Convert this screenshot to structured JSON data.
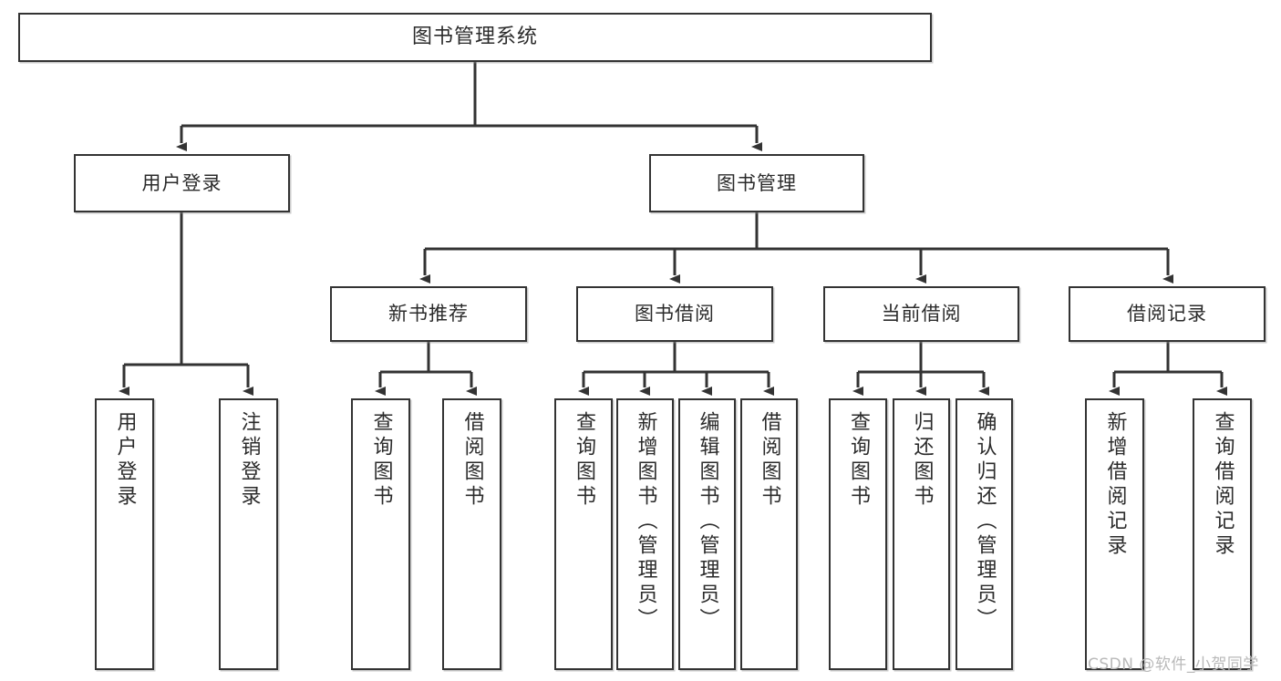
{
  "diagram": {
    "title": "图书管理系统",
    "type": "tree-hierarchy",
    "levels": {
      "root": {
        "label": "图书管理系统"
      },
      "level2": [
        {
          "label": "用户登录"
        },
        {
          "label": "图书管理"
        }
      ],
      "level3": [
        {
          "label": "新书推荐"
        },
        {
          "label": "图书借阅"
        },
        {
          "label": "当前借阅"
        },
        {
          "label": "借阅记录"
        }
      ],
      "leaves": [
        {
          "label": "用户登录"
        },
        {
          "label": "注销登录"
        },
        {
          "label": "查询图书"
        },
        {
          "label": "借阅图书"
        },
        {
          "label": "查询图书"
        },
        {
          "label": "新增图书（管理员）"
        },
        {
          "label": "编辑图书（管理员）"
        },
        {
          "label": "借阅图书"
        },
        {
          "label": "查询图书"
        },
        {
          "label": "归还图书"
        },
        {
          "label": "确认归还（管理员）"
        },
        {
          "label": "新增借阅记录"
        },
        {
          "label": "查询借阅记录"
        }
      ]
    },
    "colors": {
      "stroke": "#333333",
      "fill": "#ffffff",
      "text": "#2b2b2b",
      "watermark": "#b9b9b9"
    }
  },
  "watermark": {
    "text": "CSDN @软件_小贺同学"
  }
}
